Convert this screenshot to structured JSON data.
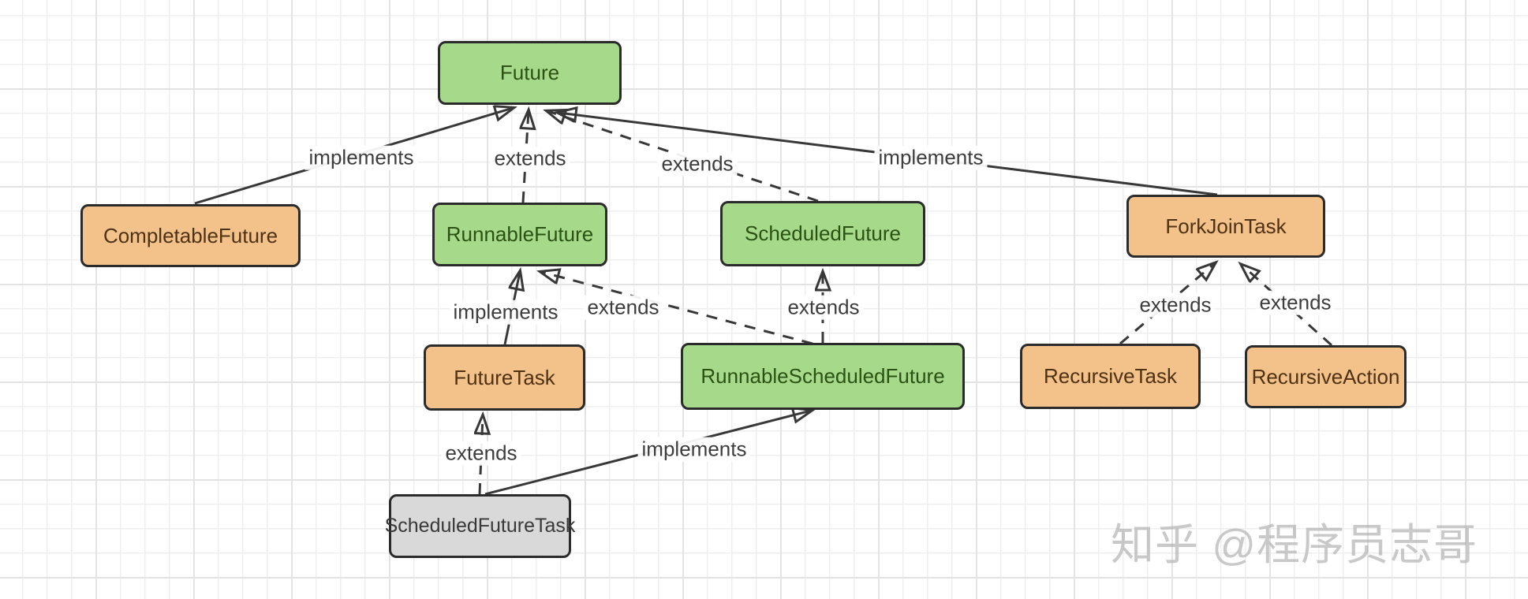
{
  "diagram": {
    "type": "class-hierarchy-diagram",
    "topic": "Java Future / ForkJoinTask class hierarchy",
    "nodes": {
      "future": {
        "label": "Future",
        "color": "green"
      },
      "completable_future": {
        "label": "CompletableFuture",
        "color": "orange"
      },
      "runnable_future": {
        "label": "RunnableFuture",
        "color": "green"
      },
      "scheduled_future": {
        "label": "ScheduledFuture",
        "color": "green"
      },
      "fork_join_task": {
        "label": "ForkJoinTask",
        "color": "orange"
      },
      "future_task": {
        "label": "FutureTask",
        "color": "orange"
      },
      "runnable_scheduled_future": {
        "label": "RunnableScheduledFuture",
        "color": "green"
      },
      "recursive_task": {
        "label": "RecursiveTask",
        "color": "orange"
      },
      "recursive_action": {
        "label": "RecursiveAction",
        "color": "orange"
      },
      "scheduled_future_task": {
        "label": "ScheduledFutureTask",
        "color": "gray"
      }
    },
    "edges": {
      "completable_future_to_future": {
        "label": "implements",
        "style": "solid"
      },
      "runnable_future_to_future": {
        "label": "extends",
        "style": "dashed"
      },
      "scheduled_future_to_future": {
        "label": "extends",
        "style": "dashed"
      },
      "fork_join_task_to_future": {
        "label": "implements",
        "style": "solid"
      },
      "future_task_to_runnable_future": {
        "label": "implements",
        "style": "solid"
      },
      "runnable_scheduled_future_to_runnable_future": {
        "label": "extends",
        "style": "dashed"
      },
      "runnable_scheduled_future_to_scheduled_future": {
        "label": "extends",
        "style": "dashed"
      },
      "recursive_task_to_fork_join_task": {
        "label": "extends",
        "style": "dashed"
      },
      "recursive_action_to_fork_join_task": {
        "label": "extends",
        "style": "dashed"
      },
      "scheduled_future_task_to_future_task": {
        "label": "extends",
        "style": "dashed"
      },
      "scheduled_future_task_to_runnable_scheduled_future": {
        "label": "implements",
        "style": "solid"
      }
    },
    "watermark": "知乎 @程序员志哥",
    "colors": {
      "green_fill": "#a7d98b",
      "orange_fill": "#f3c28a",
      "gray_fill": "#d9d9d9",
      "node_border": "#2b2b2b",
      "edge_line": "#383838",
      "green_text": "#2a5313",
      "orange_text": "#4f3114",
      "gray_text": "#393939",
      "label_text": "#3d3d3d",
      "grid_line": "#ececec"
    }
  }
}
